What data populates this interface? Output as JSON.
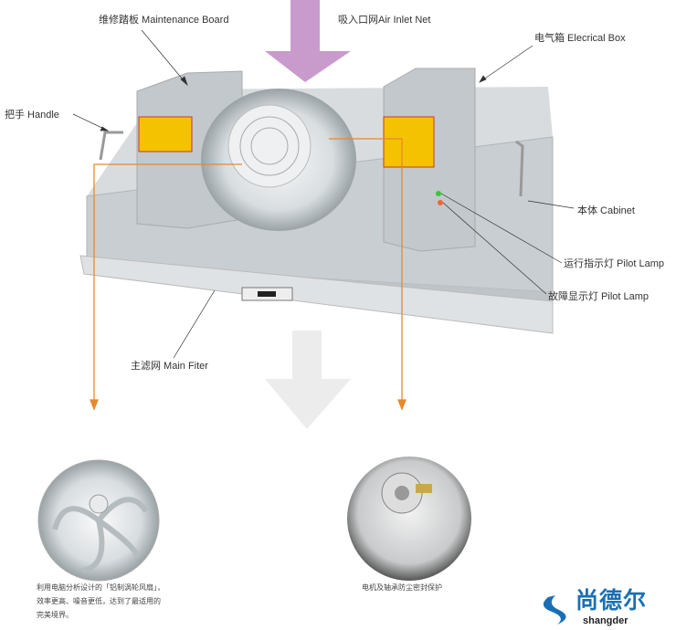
{
  "labels": {
    "maintenance_board": "维修踏板  Maintenance Board",
    "air_inlet": "吸入口网Air Inlet Net",
    "electrical_box": "电气箱  Elecrical Box",
    "handle": "把手  Handle",
    "cabinet": "本体  Cabinet",
    "run_lamp": "运行指示灯  Pilot Lamp",
    "fault_lamp": "故障显示灯  Pilot Lamp",
    "main_filter": "主滤网  Main Fiter"
  },
  "captions": {
    "left": [
      "利用电脑分析设计的「铝制涡轮风扇」，",
      "效率更高、噪音更低，达到了最适用的",
      "完美境界。"
    ],
    "right": "电机及轴承防尘密封保护"
  },
  "logo": {
    "cn": "尚德尔",
    "en": "shangder"
  },
  "colors": {
    "inlet_arrow": "#c99bcd",
    "outlet_arrow": "#ececec",
    "pointer": "#e8892e",
    "brand": "#1a6fb4"
  }
}
